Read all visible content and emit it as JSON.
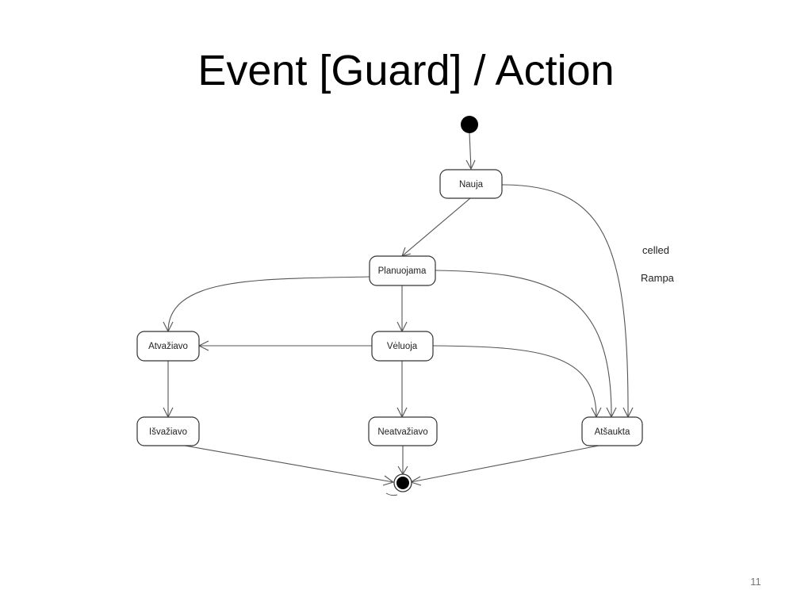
{
  "slide": {
    "title": "Event [Guard] / Action",
    "page_number": "11"
  },
  "diagram": {
    "states": {
      "nauja": "Nauja",
      "planuojama": "Planuojama",
      "atvaziavo": "Atvažiavo",
      "veluoja": "Vėluoja",
      "isvaziavo": "Išvažiavo",
      "neatvaziavo": "Neatvažiavo",
      "atsaukta": "Atšaukta"
    },
    "partial_labels": [
      "celled",
      "Rampa"
    ],
    "colors": {
      "line": "#555555",
      "state_border": "#333333",
      "initial": "#000000"
    }
  }
}
